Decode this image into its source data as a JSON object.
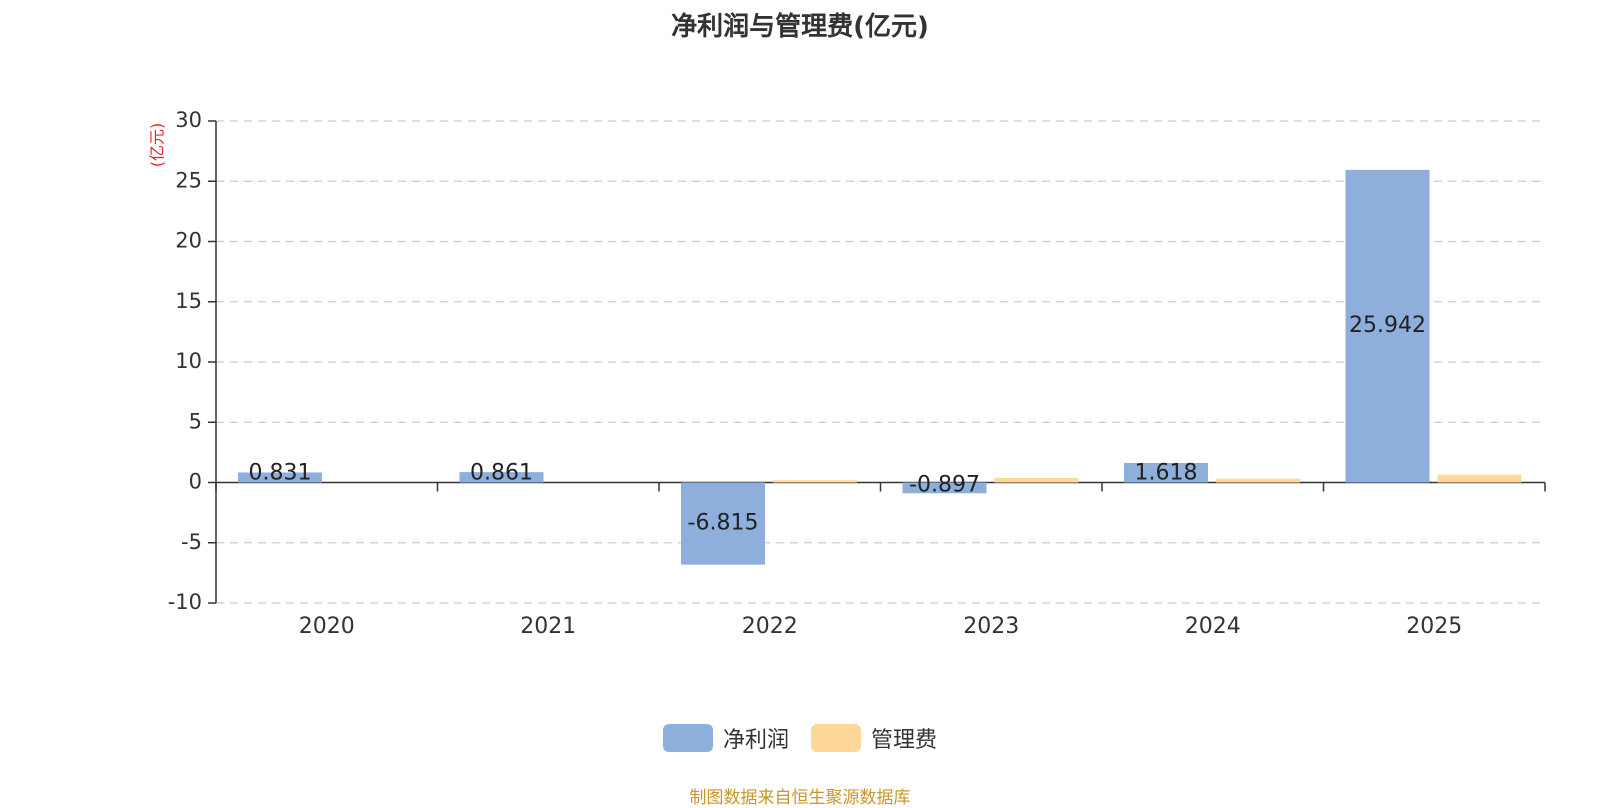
{
  "title": "净利润与管理费(亿元)",
  "source_note": "制图数据来自恒生聚源数据库",
  "colors": {
    "net_profit": "#8eaedb",
    "admin_fee": "#fed899",
    "grid": "#cccccc",
    "axis": "#333333",
    "unit_label": "#e8262b"
  },
  "chart_data": {
    "type": "bar",
    "title": "净利润与管理费(亿元)",
    "ylabel": "(亿元)",
    "xlabel": "",
    "categories": [
      "2020",
      "2021",
      "2022",
      "2023",
      "2024",
      "2025"
    ],
    "ylim": [
      -10,
      30
    ],
    "yticks": [
      30,
      25,
      20,
      15,
      10,
      5,
      0,
      -5,
      -10
    ],
    "grid": true,
    "legend_position": "bottom",
    "series": [
      {
        "name": "净利润",
        "values": [
          0.831,
          0.861,
          -6.815,
          -0.897,
          1.618,
          25.942
        ],
        "labels": [
          "0.831",
          "0.861",
          "-6.815",
          "-0.897",
          "1.618",
          "25.942"
        ]
      },
      {
        "name": "管理费",
        "values": [
          0.0,
          0.0,
          0.2,
          0.38,
          0.32,
          0.65
        ]
      }
    ]
  }
}
